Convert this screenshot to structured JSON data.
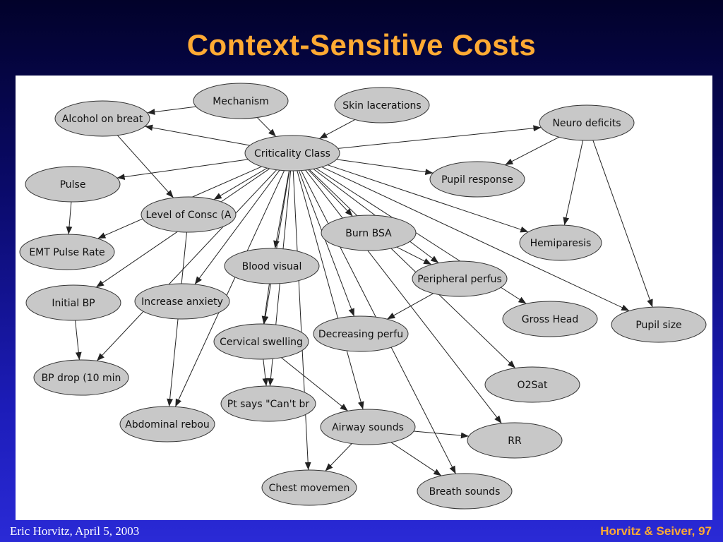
{
  "slide": {
    "title": "Context-Sensitive Costs",
    "footer_left": "Eric Horvitz, April 5, 2003",
    "footer_right": "Horvitz & Seiver, 97"
  },
  "colors": {
    "node_fill": "#c8c8c8",
    "edge": "#222222",
    "title": "#ffaa33"
  },
  "diagram": {
    "nodes": [
      {
        "id": "mechanism",
        "label": "Mechanism"
      },
      {
        "id": "skin",
        "label": "Skin lacerations"
      },
      {
        "id": "alcohol",
        "label": "Alcohol on breat"
      },
      {
        "id": "criticality",
        "label": "Criticality Class"
      },
      {
        "id": "neuro",
        "label": "Neuro deficits"
      },
      {
        "id": "pulse",
        "label": "Pulse"
      },
      {
        "id": "pupilresp",
        "label": "Pupil response"
      },
      {
        "id": "loc",
        "label": "Level of Consc (A"
      },
      {
        "id": "emt",
        "label": "EMT Pulse Rate"
      },
      {
        "id": "burn",
        "label": "Burn BSA"
      },
      {
        "id": "hemi",
        "label": "Hemiparesis"
      },
      {
        "id": "bloodvis",
        "label": "Blood visual"
      },
      {
        "id": "periph",
        "label": "Peripheral perfus"
      },
      {
        "id": "initbp",
        "label": "Initial BP"
      },
      {
        "id": "anxiety",
        "label": "Increase anxiety"
      },
      {
        "id": "grosshead",
        "label": "Gross Head"
      },
      {
        "id": "pupilsize",
        "label": "Pupil size"
      },
      {
        "id": "cervical",
        "label": "Cervical swelling"
      },
      {
        "id": "decperf",
        "label": "Decreasing perfu"
      },
      {
        "id": "bpdrop",
        "label": "BP drop (10 min"
      },
      {
        "id": "o2sat",
        "label": "O2Sat"
      },
      {
        "id": "ptsays",
        "label": "Pt says \"Can't br"
      },
      {
        "id": "abdominal",
        "label": "Abdominal rebou"
      },
      {
        "id": "airway",
        "label": "Airway sounds"
      },
      {
        "id": "rr",
        "label": "RR"
      },
      {
        "id": "chest",
        "label": "Chest movemen"
      },
      {
        "id": "breath",
        "label": "Breath sounds"
      }
    ],
    "edges": [
      [
        "mechanism",
        "alcohol"
      ],
      [
        "mechanism",
        "criticality"
      ],
      [
        "skin",
        "criticality"
      ],
      [
        "alcohol",
        "loc"
      ],
      [
        "criticality",
        "alcohol"
      ],
      [
        "criticality",
        "neuro"
      ],
      [
        "criticality",
        "pulse"
      ],
      [
        "criticality",
        "pupilresp"
      ],
      [
        "criticality",
        "loc"
      ],
      [
        "criticality",
        "emt"
      ],
      [
        "criticality",
        "burn"
      ],
      [
        "criticality",
        "hemi"
      ],
      [
        "criticality",
        "bloodvis"
      ],
      [
        "criticality",
        "initbp"
      ],
      [
        "criticality",
        "anxiety"
      ],
      [
        "criticality",
        "pupilsize"
      ],
      [
        "criticality",
        "grosshead"
      ],
      [
        "criticality",
        "decperf"
      ],
      [
        "criticality",
        "bpdrop"
      ],
      [
        "criticality",
        "periph"
      ],
      [
        "criticality",
        "o2sat"
      ],
      [
        "criticality",
        "cervical"
      ],
      [
        "criticality",
        "ptsays"
      ],
      [
        "criticality",
        "abdominal"
      ],
      [
        "criticality",
        "airway"
      ],
      [
        "criticality",
        "rr"
      ],
      [
        "criticality",
        "chest"
      ],
      [
        "criticality",
        "breath"
      ],
      [
        "neuro",
        "pupilresp"
      ],
      [
        "neuro",
        "hemi"
      ],
      [
        "neuro",
        "pupilsize"
      ],
      [
        "pulse",
        "emt"
      ],
      [
        "initbp",
        "bpdrop"
      ],
      [
        "burn",
        "periph"
      ],
      [
        "periph",
        "decperf"
      ],
      [
        "bloodvis",
        "cervical"
      ],
      [
        "cervical",
        "ptsays"
      ],
      [
        "cervical",
        "airway"
      ],
      [
        "loc",
        "abdominal"
      ],
      [
        "airway",
        "rr"
      ],
      [
        "airway",
        "chest"
      ],
      [
        "airway",
        "breath"
      ]
    ]
  }
}
